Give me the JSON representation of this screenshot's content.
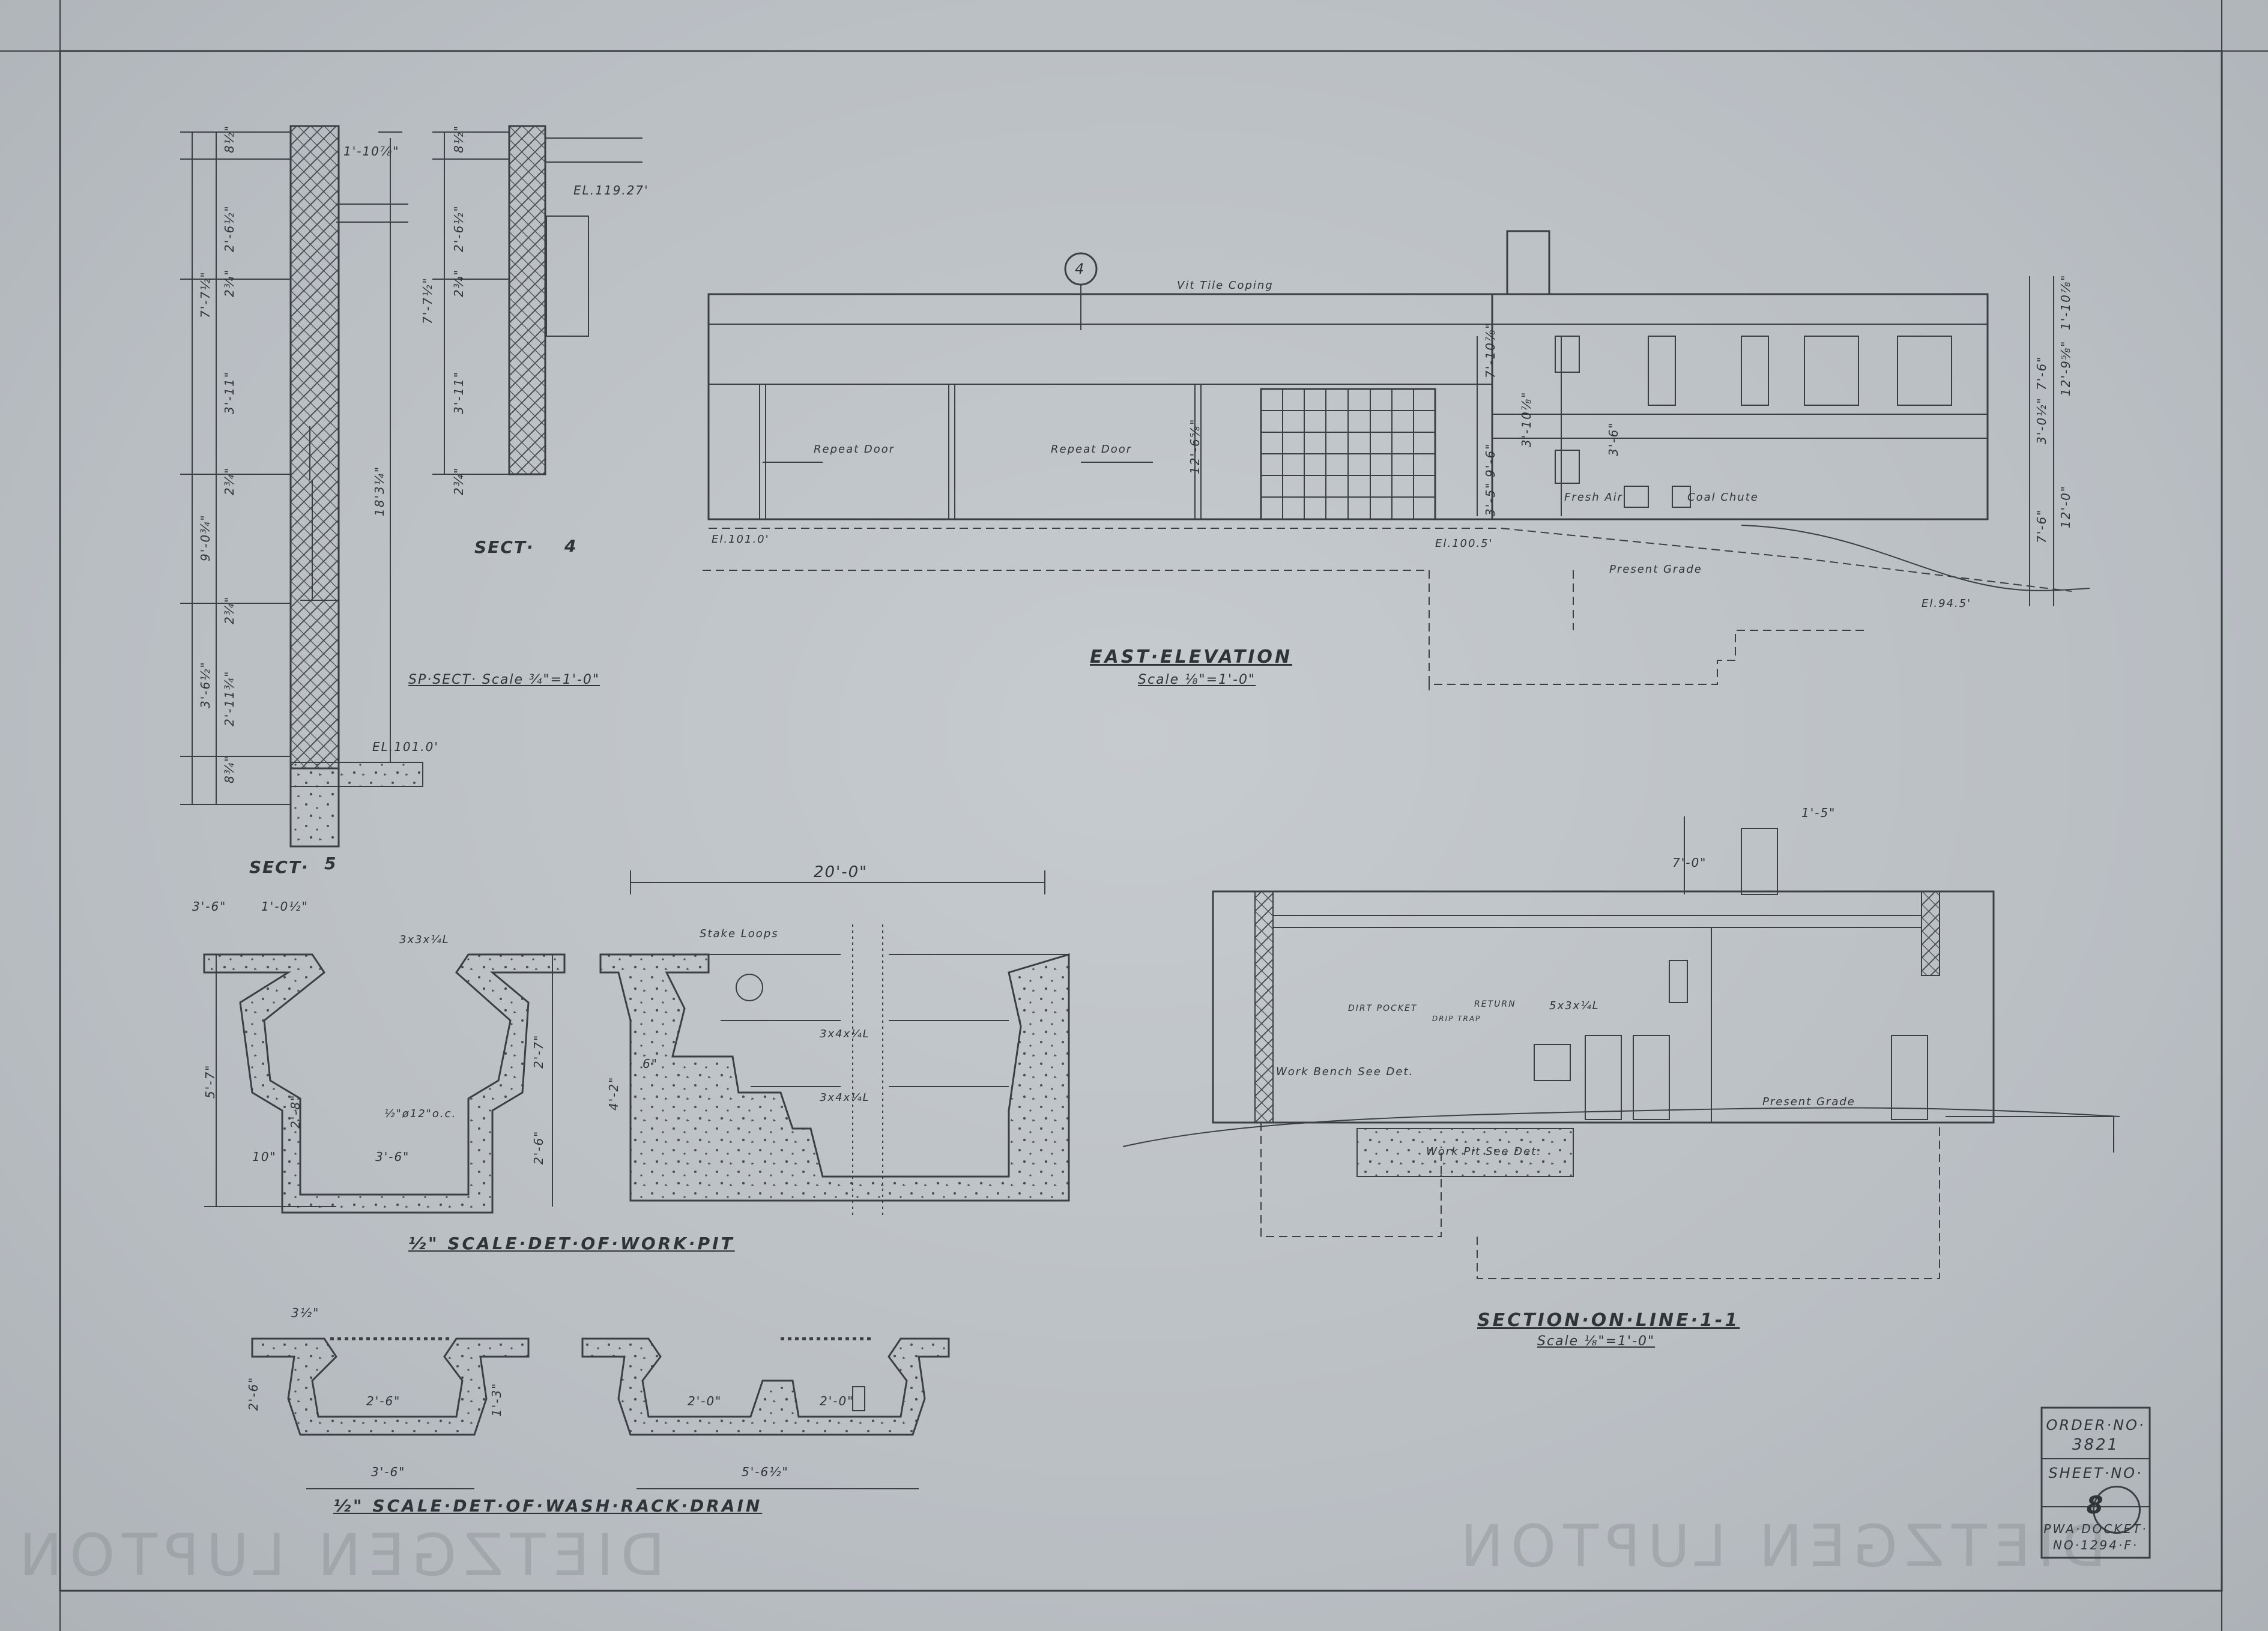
{
  "watermarks": {
    "left": "DIETZGEN LUPTON",
    "center": "DIETZGEN LUPTON"
  },
  "east_elevation": {
    "title": "EAST·ELEVATION",
    "scale": "Scale ⅛\"=1'-0\"",
    "section_marker": "4",
    "notes": {
      "coping": "Vit Tile Coping",
      "repeat_door_1": "Repeat Door",
      "repeat_door_2": "Repeat Door",
      "fresh_air": "Fresh Air",
      "coal_chute": "Coal Chute",
      "present_grade": "Present Grade",
      "el_left": "El.101.0'",
      "el_mid": "El.100.5'",
      "el_right": "El.94.5'"
    }
  },
  "sect_4": {
    "title": "SECT·",
    "marker": "4",
    "elevation": "EL.119.27'"
  },
  "sect_5": {
    "title": "SECT·",
    "marker": "5",
    "elevation": "EL.101.0'"
  },
  "sp_sect": {
    "label": "SP·SECT· Scale ¾\"=1'-0\""
  },
  "work_pit": {
    "title": "½\" SCALE·DET·OF·WORK·PIT",
    "overall_dim": "20'-0\"",
    "notes": {
      "stake_loops": "Stake Loops",
      "angle_top": "3x3x¼L",
      "angle_1": "3x4x¼L",
      "angle_2": "3x4x¼L",
      "rebar": "½\"ø12\"o.c."
    }
  },
  "wash_rack": {
    "title": "½\" SCALE·DET·OF·WASH·RACK·DRAIN",
    "dim_left": "3'-6\"",
    "dim_right": "5'-6½\""
  },
  "section_1_1": {
    "title": "SECTION·ON·LINE·1-1",
    "scale": "Scale ⅛\"=1'-0\"",
    "notes": {
      "work_bench": "Work Bench See Det.",
      "work_pit": "Work Pit See Det.",
      "present_grade": "Present Grade",
      "dirt_pocket": "DIRT POCKET",
      "return": "RETURN",
      "angle": "5x3x¼L",
      "drip_trap": "DRIP TRAP"
    }
  },
  "title_block": {
    "order_label": "ORDER·NO·",
    "order_no": "3821",
    "sheet_label": "SHEET·NO·",
    "sheet_no": "8",
    "docket_label": "PWA·DOCKET·",
    "docket_no": "NO·1294·F·"
  },
  "dimensions": {
    "sect5_left": [
      "7'-7½\"",
      "9'-0¾\"",
      "3'-6½\""
    ],
    "sect5_right": [
      "8½\"",
      "2'-6½\"",
      "2¾\"",
      "3'-11\"",
      "2¾\"",
      "2¾\"",
      "2'-11¾\"",
      "8¾\""
    ],
    "sect5_total": "18'3¼\"",
    "sect5_top": "1'-10⅞\"",
    "sect4": [
      "8½\"",
      "2'-6½\"",
      "7'-7½\"",
      "2¾\"",
      "3'-11\"",
      "2¾\""
    ],
    "elev_right": [
      "1'-10⅞\"",
      "12'-9⅝\"",
      "12'-0\"",
      "7'-6\"",
      "3'-0½\"",
      "7'-6\""
    ],
    "elev_mid": [
      "7'-10⅞\"",
      "3'-10⅞\"",
      "9'-6\"",
      "3'-5\"",
      "3'-6\""
    ],
    "elev_door": "12'-6⅝\"",
    "pit": [
      "3'-6\"",
      "1'-0½\"",
      "5'-7\"",
      "2'-7\"",
      "2'-6\"",
      "4'-2\"",
      "6\"",
      "10\"",
      "3'-6\"",
      "2'-8\""
    ],
    "drain": [
      "3½\"",
      "2'-6\"",
      "2'-6\"",
      "2'-0\"",
      "2'-0\"",
      "1'-3\""
    ],
    "section": [
      "7'-0\"",
      "1'-5\""
    ]
  }
}
